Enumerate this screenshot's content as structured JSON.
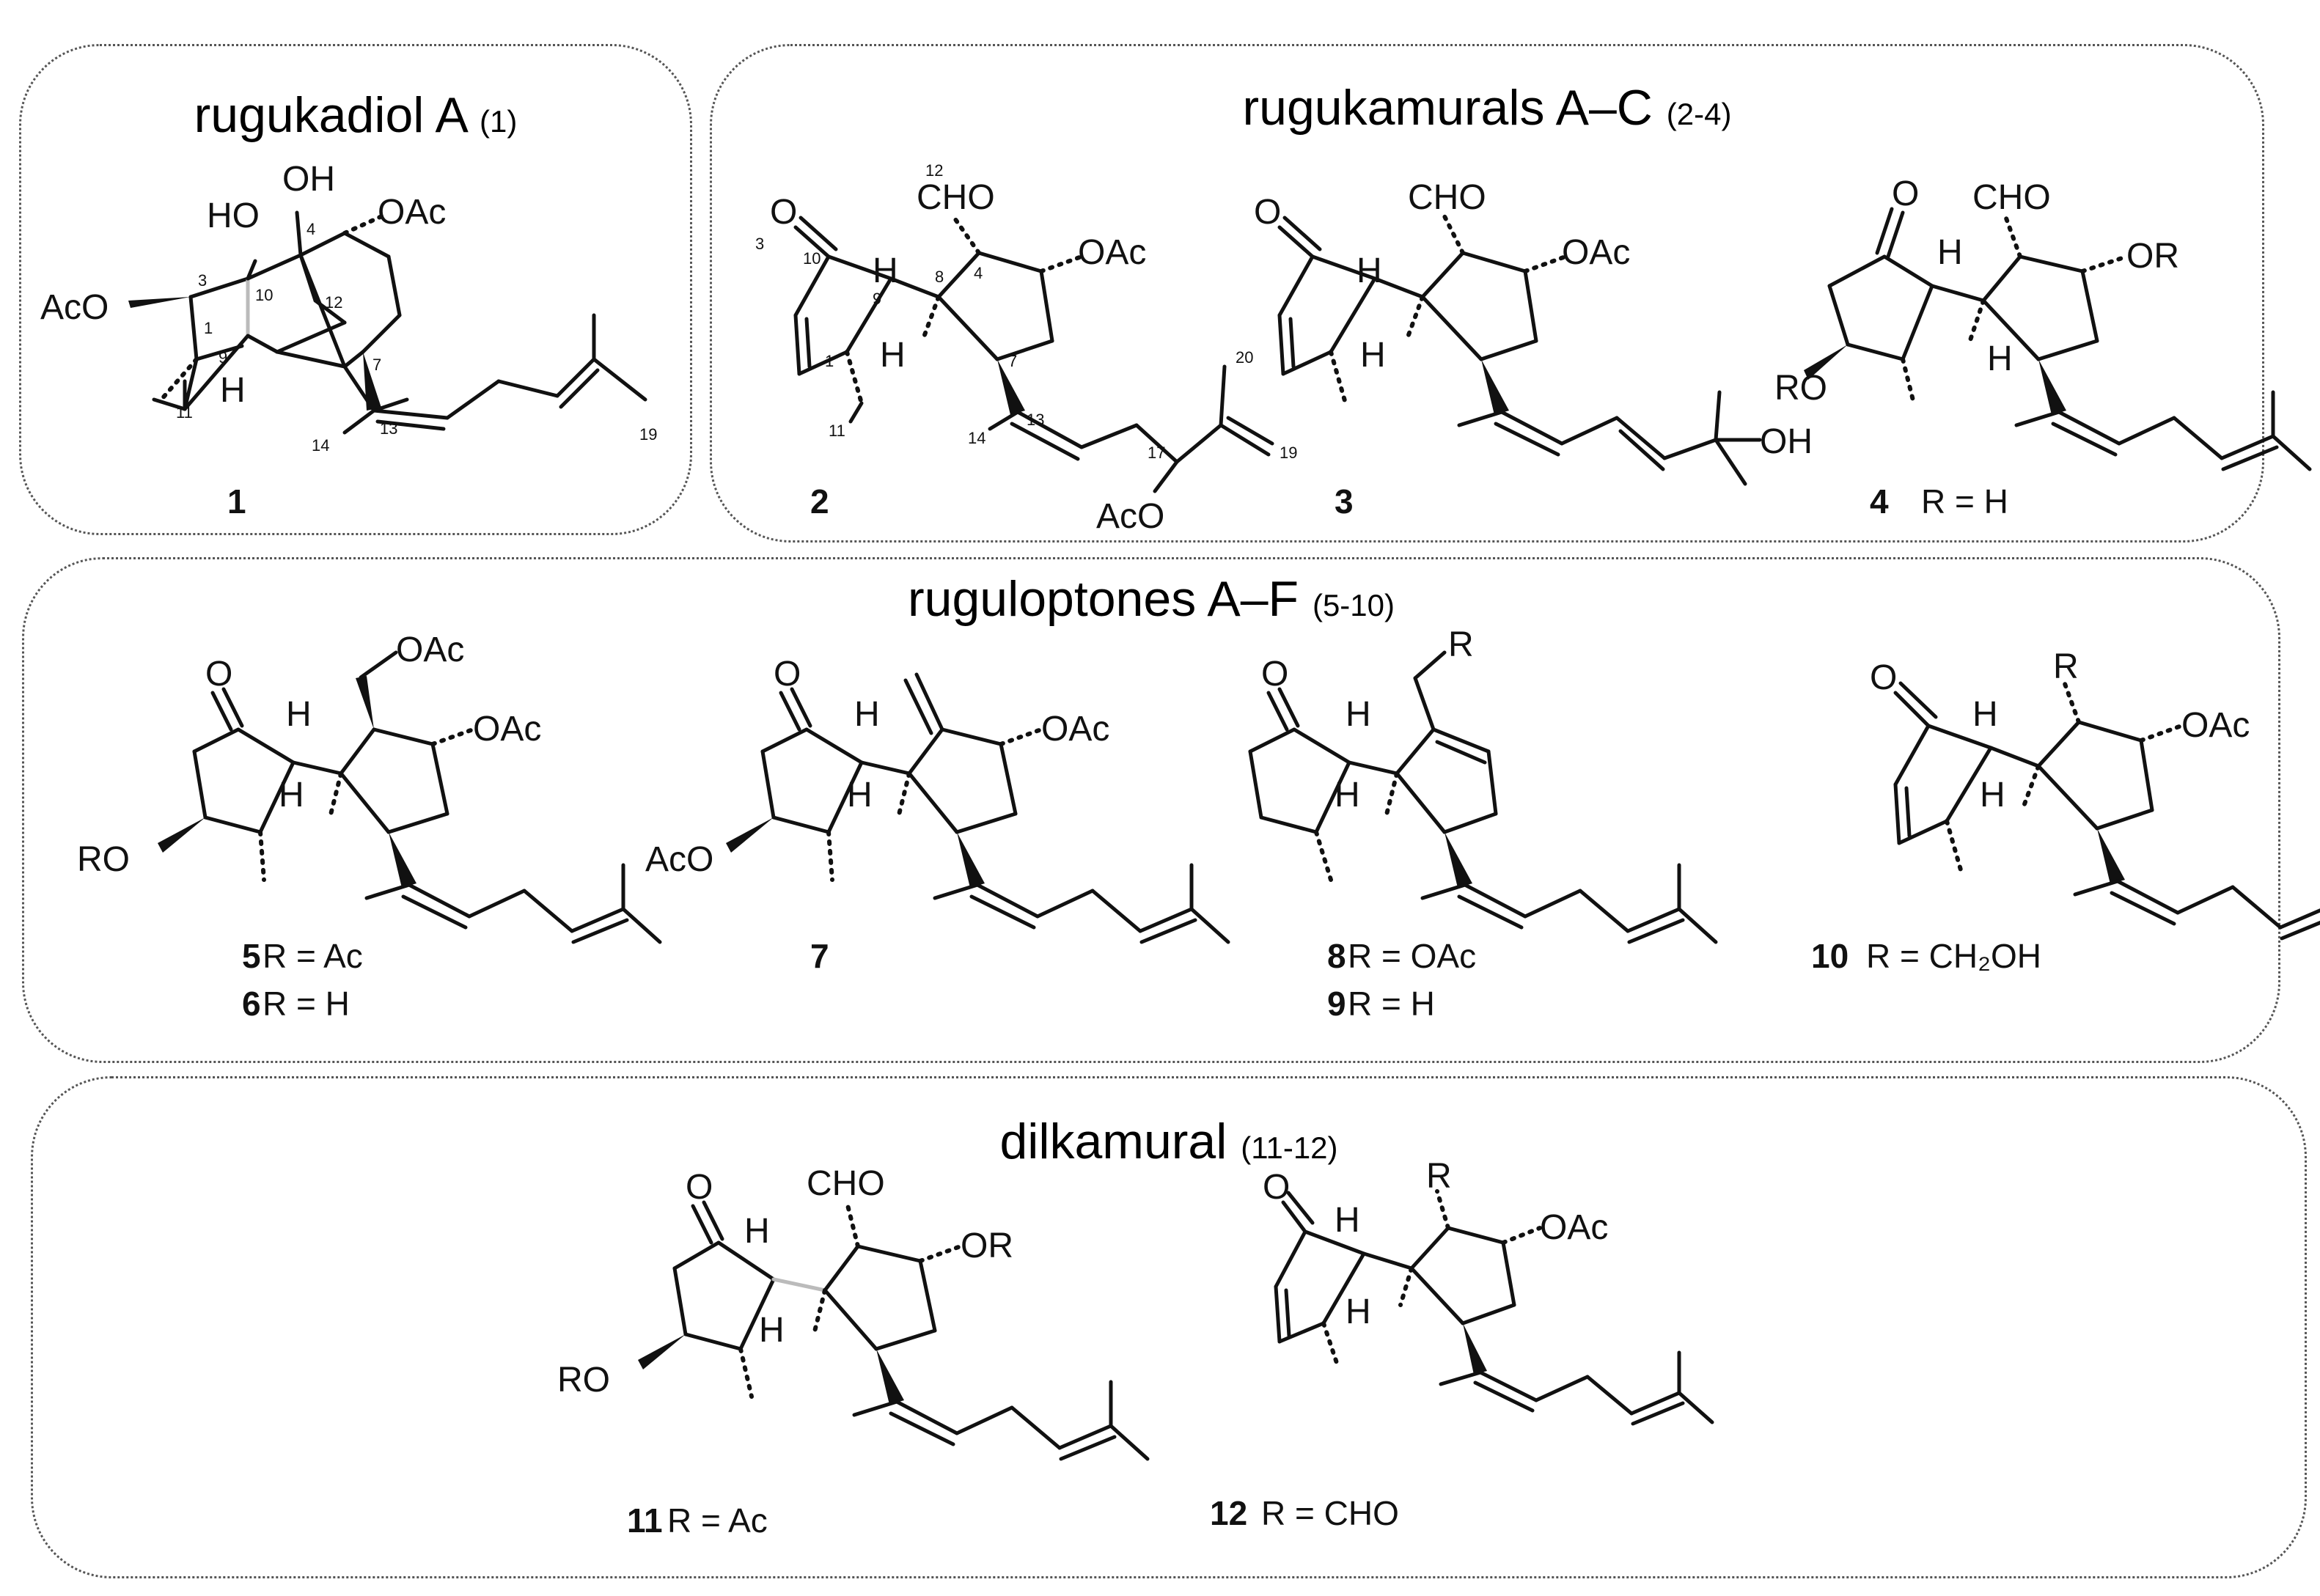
{
  "panels": {
    "p1": {
      "title": "rugukadiol A",
      "range": "(1)"
    },
    "p2": {
      "title": "rugukamurals A–C",
      "range": "(2-4)"
    },
    "p3": {
      "title": "ruguloptones A–F",
      "range": "(5-10)"
    },
    "p4": {
      "title": "dilkamural",
      "range": "(11-12)"
    }
  },
  "atoms": {
    "OH": "OH",
    "HO": "HO",
    "OAc": "OAc",
    "AcO": "AcO",
    "H": "H",
    "O": "O",
    "CHO": "CHO",
    "OR": "OR",
    "RO": "RO",
    "R": "R"
  },
  "atom_numbers": {
    "c1": [
      "3",
      "10",
      "4",
      "12",
      "1",
      "9",
      "7",
      "11",
      "14",
      "13",
      "19"
    ],
    "c2": [
      "12",
      "10",
      "3",
      "9",
      "8",
      "4",
      "1",
      "7",
      "11",
      "14",
      "13",
      "17",
      "20",
      "19"
    ]
  },
  "compounds": {
    "c1": {
      "num": "1"
    },
    "c2": {
      "num": "2"
    },
    "c3": {
      "num": "3"
    },
    "c4": {
      "num": "4",
      "sub": "R = H"
    },
    "c5": {
      "num": "5",
      "sub": "R = Ac"
    },
    "c6": {
      "num": "6",
      "sub": "R = H"
    },
    "c7": {
      "num": "7"
    },
    "c8": {
      "num": "8",
      "sub": "R = OAc"
    },
    "c9": {
      "num": "9",
      "sub": "R = H"
    },
    "c10": {
      "num": "10",
      "sub": "R = CH₂OH"
    },
    "c11": {
      "num": "11",
      "sub": "R = Ac"
    },
    "c12": {
      "num": "12",
      "sub": "R = CHO"
    }
  }
}
